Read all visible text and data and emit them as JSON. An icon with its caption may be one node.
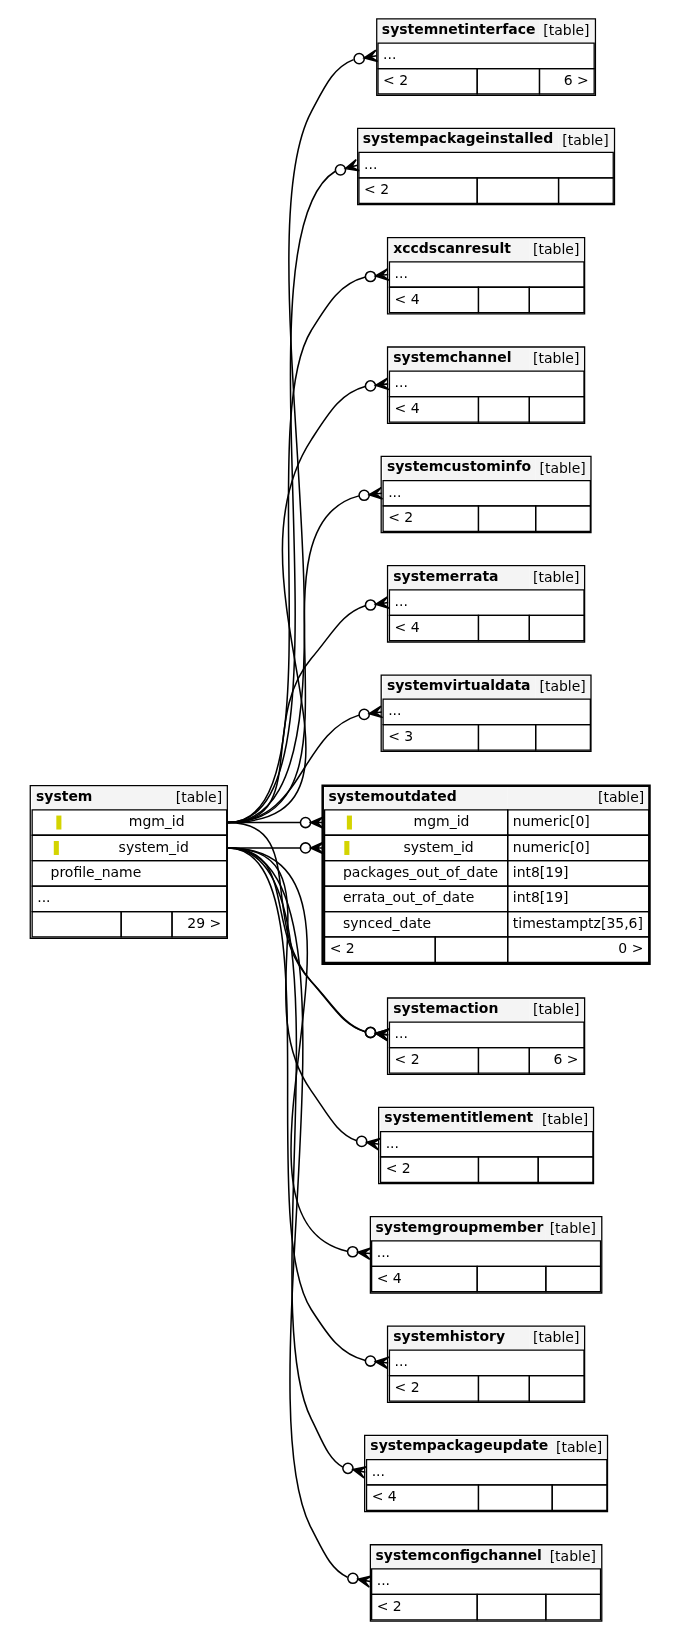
{
  "diagram": {
    "nodes": [
      {
        "text": [
          "system",
          "[table]",
          "mgm_id",
          "system_id",
          "profile_name",
          "...",
          "29 >"
        ]
      },
      {
        "text": [
          "systemhistory",
          "[table]",
          "...",
          "< 2"
        ]
      },
      {
        "text": [
          "systemnetinterface",
          "[table]",
          "...",
          "< 2",
          "6 >"
        ]
      },
      {
        "text": [
          "systemoutdated",
          "[table]",
          "mgm_id",
          "numeric[0]",
          "system_id",
          "numeric[0]",
          "packages_out_of_date",
          "int8[19]",
          "errata_out_of_date",
          "int8[19]",
          "synced_date",
          "timestamptz[35,6]",
          "< 2",
          "0 >"
        ]
      },
      {
        "text": [
          "systempackageinstalled",
          "[table]",
          "...",
          "< 2"
        ]
      },
      {
        "text": [
          "systempackageupdate",
          "[table]",
          "...",
          "< 4"
        ]
      },
      {
        "text": [
          "xccdscanresult",
          "[table]",
          "...",
          "< 4"
        ]
      },
      {
        "text": [
          "systemaction",
          "[table]",
          "...",
          "< 2",
          "6 >"
        ]
      },
      {
        "text": [
          "systemchannel",
          "[table]",
          "...",
          "< 4"
        ]
      },
      {
        "text": [
          "systemconfigchannel",
          "[table]",
          "...",
          "< 2"
        ]
      },
      {
        "text": [
          "systemcustominfo",
          "[table]",
          "...",
          "< 2"
        ]
      },
      {
        "text": [
          "systementitlement",
          "[table]",
          "...",
          "< 2"
        ]
      },
      {
        "text": [
          "systemerrata",
          "[table]",
          "...",
          "< 4"
        ]
      },
      {
        "text": [
          "systemgroupmember",
          "[table]",
          "...",
          "< 4"
        ]
      },
      {
        "text": [
          "systemvirtualdata",
          "[table]",
          "...",
          "< 3"
        ]
      }
    ],
    "edges": [
      {
        "from": 0,
        "to": 1,
        "arrow": "other"
      },
      {
        "from": 0,
        "to": 2,
        "arrow": "other"
      },
      {
        "from": 0,
        "to": 3,
        "arrow": "other"
      },
      {
        "from": 0,
        "to": 3,
        "arrow": "other"
      },
      {
        "from": 0,
        "to": 4,
        "arrow": "other"
      },
      {
        "from": 0,
        "to": 5,
        "arrow": "other"
      },
      {
        "from": 0,
        "to": 6,
        "arrow": "other"
      },
      {
        "from": 0,
        "to": 7,
        "arrow": "other"
      },
      {
        "from": 0,
        "to": 7,
        "arrow": "other"
      },
      {
        "from": 0,
        "to": 8,
        "arrow": "other"
      },
      {
        "from": 0,
        "to": 9,
        "arrow": "other"
      },
      {
        "from": 0,
        "to": 10,
        "arrow": "other"
      },
      {
        "from": 0,
        "to": 11,
        "arrow": "other"
      },
      {
        "from": 0,
        "to": 12,
        "arrow": "other"
      },
      {
        "from": 0,
        "to": 13,
        "arrow": "other"
      },
      {
        "from": 0,
        "to": 14,
        "arrow": "other"
      }
    ]
  }
}
